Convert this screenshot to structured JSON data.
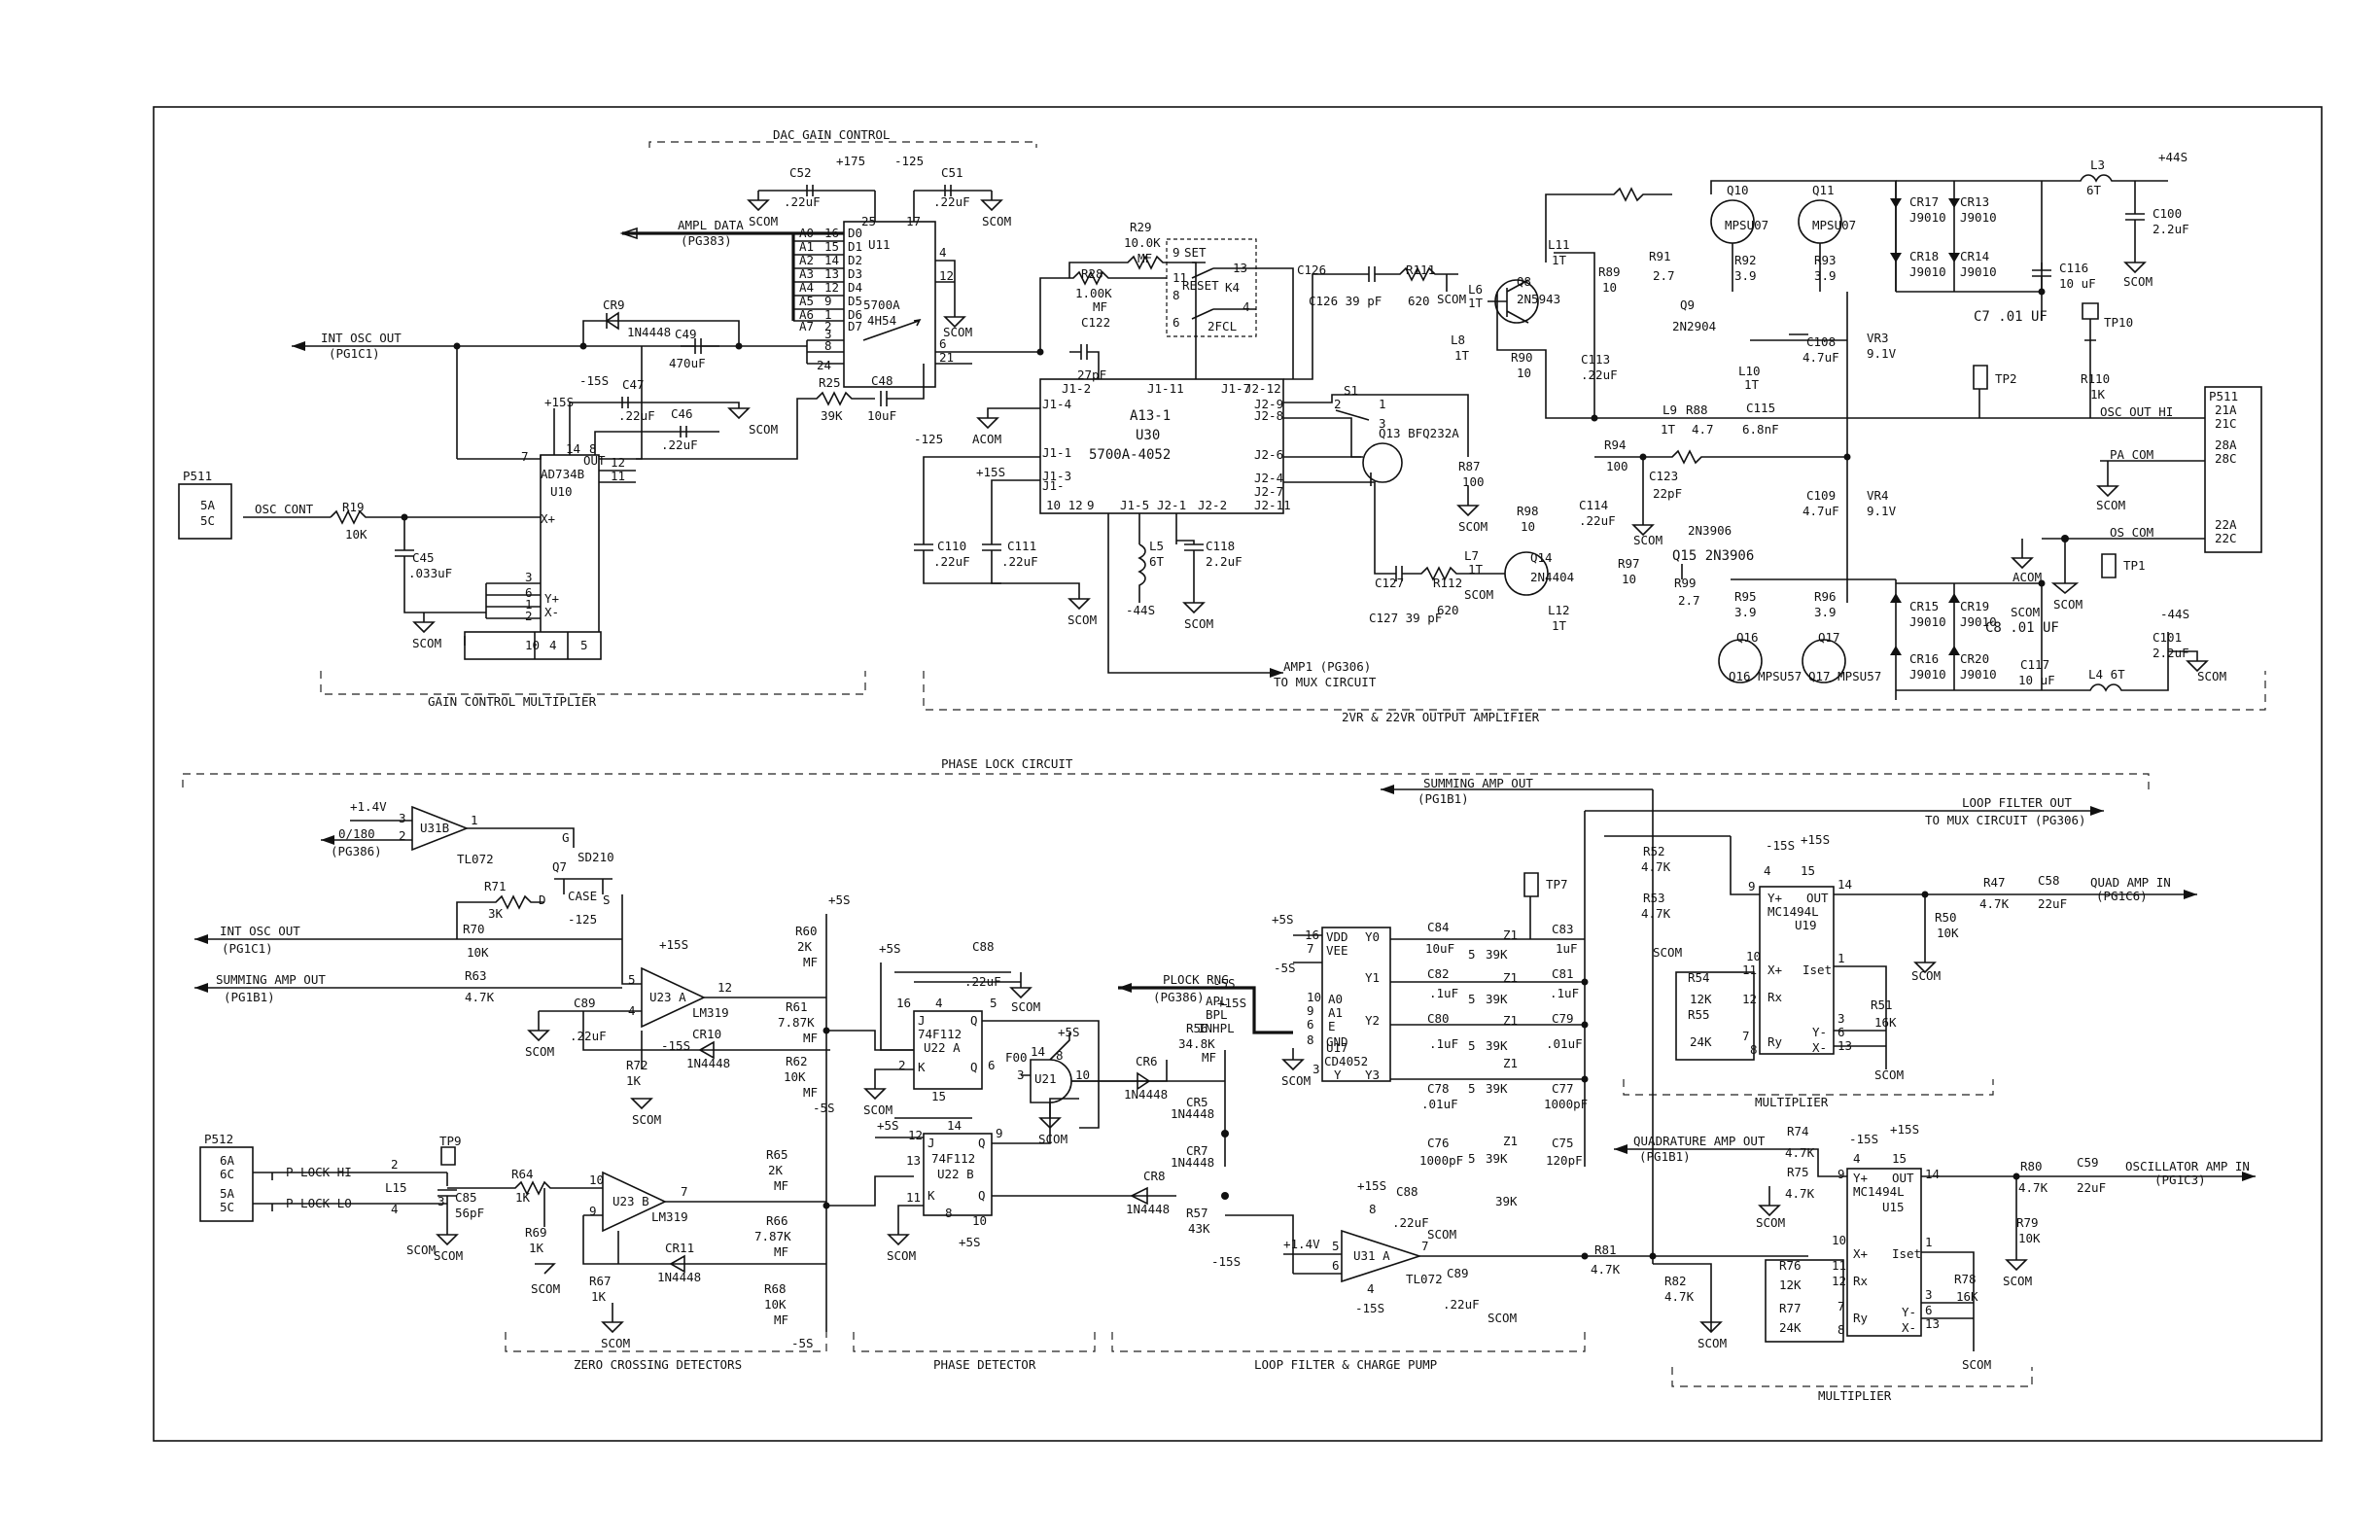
{
  "sections": {
    "dac_gain_control": "DAC GAIN CONTROL",
    "gain_control_multiplier": "GAIN CONTROL MULTIPLIER",
    "output_amplifier": "2VR & 22VR OUTPUT AMPLIFIER",
    "phase_lock_circuit": "PHASE LOCK CIRCUIT",
    "zero_crossing": "ZERO CROSSING DETECTORS",
    "phase_detector": "PHASE DETECTOR",
    "loop_filter": "LOOP FILTER & CHARGE PUMP",
    "multiplier_top": "MULTIPLIER",
    "multiplier_bottom": "MULTIPLIER"
  },
  "connectors": {
    "p511_left": {
      "name": "P511",
      "pins": [
        "5A",
        "5C"
      ],
      "signal": "OSC CONT"
    },
    "p511_right": {
      "name": "P511",
      "pins": [
        "21A",
        "21C",
        "28A",
        "28C",
        "22A",
        "22C"
      ],
      "signals": [
        "OSC OUT HI",
        "PA COM",
        "OS COM"
      ]
    },
    "p512": {
      "name": "P512",
      "pins": [
        "6A",
        "6C",
        "5A",
        "5C"
      ],
      "signals": [
        "P LOCK HI",
        "P LOCK LO"
      ]
    }
  },
  "nets": {
    "ampl_data": "AMPL DATA",
    "ampl_data_ref": "(PG383)",
    "int_osc_out": "INT OSC OUT",
    "int_osc_out_ref": "(PG1C1)",
    "amp1": "AMP1 (PG306)",
    "to_mux": "TO MUX CIRCUIT",
    "summing_amp_out": "SUMMING AMP OUT",
    "summing_ref": "(PG1B1)",
    "loop_filter_out": "LOOP FILTER OUT",
    "to_mux_pg306": "TO MUX CIRCUIT (PG306)",
    "quad_amp_in": "QUAD AMP IN",
    "quad_ref": "(PG1C6)",
    "quadrature_amp_out": "QUADRATURE AMP OUT",
    "osc_amp_in": "OSCILLATOR AMP IN",
    "osc_ref": "(PG1C3)",
    "plock_rng": "PLOCK RNG",
    "plock_ref": "(PG386)",
    "zero180": "0/180",
    "zero180_ref": "(PG386)"
  },
  "supplies": [
    "+175",
    "-125",
    "+15S",
    "-15S",
    "+5S",
    "-5S",
    "+44S",
    "-44S",
    "+1.4V",
    "SCOM",
    "ACOM"
  ],
  "ics": {
    "u11": {
      "ref": "U11",
      "part": "5700A\n4H54",
      "pins": [
        "A0",
        "A1",
        "A2",
        "A3",
        "A4",
        "A5",
        "A6",
        "A7"
      ]
    },
    "u10": {
      "ref": "U10",
      "part": "AD734B"
    },
    "u30": {
      "title": "A13-1",
      "ref": "U30",
      "part": "5700A-4052"
    },
    "u31b": {
      "ref": "U31B",
      "part": "TL072"
    },
    "u23a": {
      "ref": "U23 A",
      "part": "LM319"
    },
    "u23b": {
      "ref": "U23 B",
      "part": "LM319"
    },
    "u22a": {
      "ref": "74F112",
      "sub": "U22 A"
    },
    "u22b": {
      "ref": "74F112",
      "sub": "U22 B"
    },
    "u21": {
      "ref": "U21",
      "part": "F00"
    },
    "u17": {
      "ref": "U17",
      "part": "CD4052"
    },
    "u31a": {
      "ref": "U31 A",
      "part": "TL072"
    },
    "u19": {
      "ref": "U19",
      "part": "MC1494L"
    },
    "u15": {
      "ref": "U15",
      "part": "MC1494L"
    }
  },
  "components": {
    "r19": "R19 10K",
    "r25": "R25 39K",
    "r28": "R28 1.00K MF",
    "r29": "R29 10.0K MF",
    "c52": "C52 .22uF",
    "c51": "C51 .22uF",
    "c49": "C49 470uF",
    "c47": "C47 .22uF",
    "c46": "C46 .22uF",
    "c48": "C48 10uF",
    "c45": "C45 .033uF",
    "c122": "C122 27pF",
    "cr9": "CR9 1N4448",
    "c110": "C110 .22uF",
    "c111": "C111 .22uF",
    "c118": "C118 2.2uF",
    "l5": "L5 6T",
    "c126": "C126 39 pF",
    "r111": "R111 620",
    "c127": "C127 39 pF",
    "r112": "R112 620",
    "q8": "Q8 2N5943",
    "q9": "Q9 2N2904",
    "q10": "Q10 MPSU07",
    "q11": "Q11 MPSU07",
    "q13": "Q13 BFQ232A",
    "q14": "Q14 2N4404",
    "q15": "Q15 2N3906",
    "q16": "Q16 MPSU57",
    "q17": "Q17 MPSU57",
    "k4": "K4",
    "s1": "S1",
    "tp10": "TP10",
    "tp2": "TP2",
    "tp1": "TP1",
    "tp7": "TP7",
    "tp9": "TP9",
    "c7": "C7 .01 UF",
    "c8": "C8 .01 UF",
    "c100": "C100 2.2uF",
    "c101": "C101 2.2uF",
    "c116": "C116 10 uF",
    "c117": "C117 10 uF",
    "l3": "L3 6T",
    "l4": "L4 6T",
    "r110": "R110 1K"
  },
  "misc_labels": {
    "set": "SET",
    "reset": "RESET",
    "twofcl": "2FCL",
    "case": "CASE",
    "sd210": "SD210",
    "q7": "Q7"
  }
}
